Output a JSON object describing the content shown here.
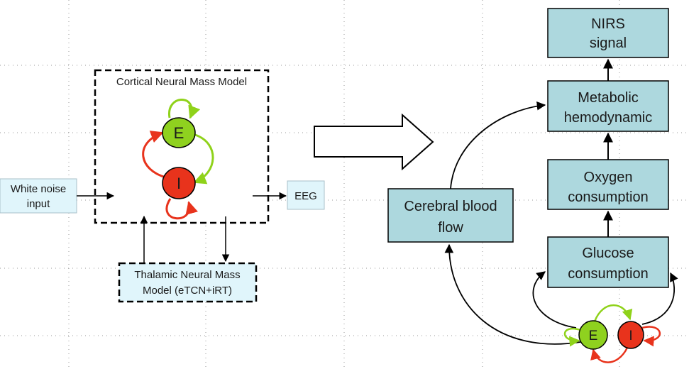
{
  "left": {
    "cortical_title": "Cortical Neural Mass Model",
    "white_noise_line1": "White noise",
    "white_noise_line2": "input",
    "eeg": "EEG",
    "thalamic_line1": "Thalamic Neural Mass",
    "thalamic_line2": "Model (eTCN+iRT)",
    "excitatory": "E",
    "inhibitory": "I"
  },
  "right": {
    "nirs_line1": "NIRS",
    "nirs_line2": "signal",
    "metabolic_line1": "Metabolic",
    "metabolic_line2": "hemodynamic",
    "oxygen_line1": "Oxygen",
    "oxygen_line2": "consumption",
    "glucose_line1": "Glucose",
    "glucose_line2": "consumption",
    "cbf_line1": "Cerebral blood",
    "cbf_line2": "flow",
    "excitatory": "E",
    "inhibitory": "I"
  },
  "colors": {
    "box_fill": "#add8de",
    "light_box_fill": "#e0f5fb",
    "excitatory": "#8fd11f",
    "inhibitory": "#e8331c",
    "green_arrow": "#8fd21a",
    "red_arrow": "#e8331c",
    "grid_dots": "#9a9a9a"
  }
}
